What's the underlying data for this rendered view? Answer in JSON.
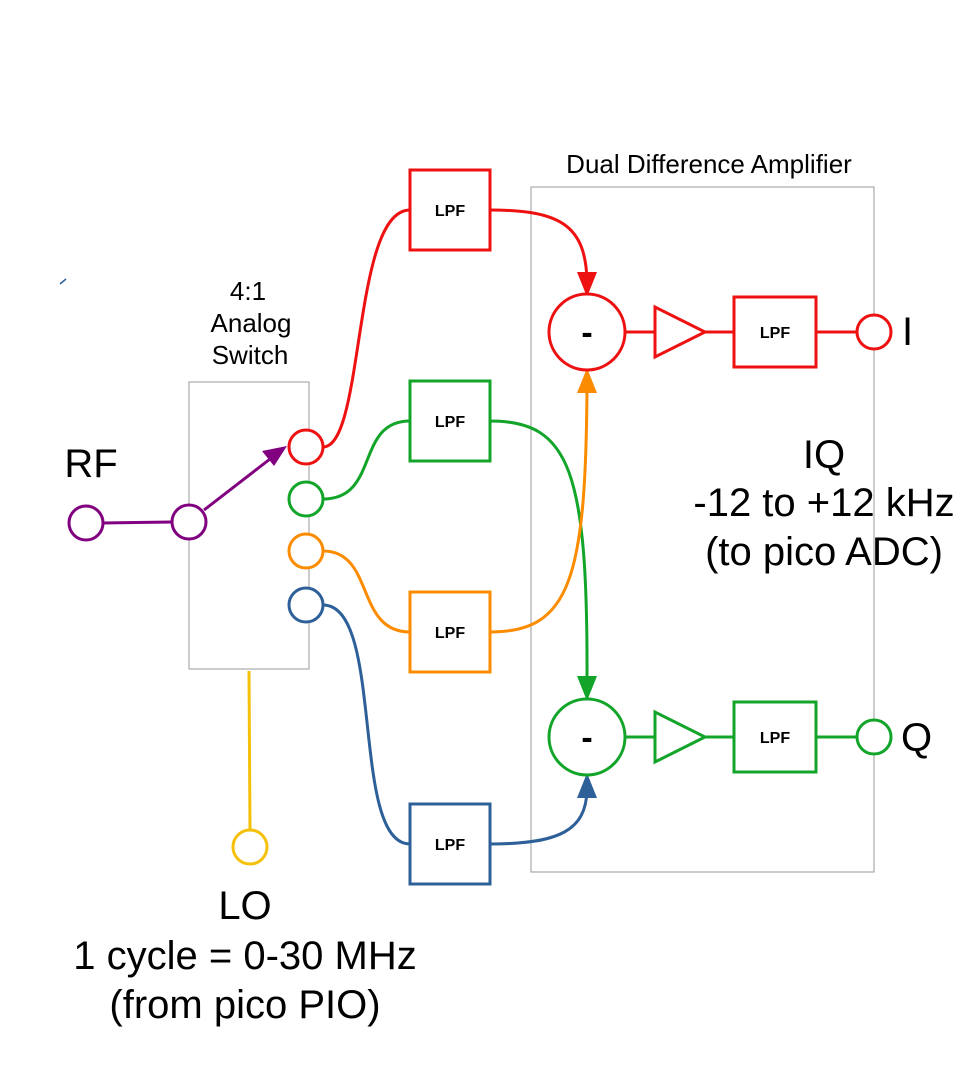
{
  "colors": {
    "red": "#ee1111",
    "green": "#13a52a",
    "orange": "#fb8c00",
    "blue": "#2d5f99",
    "purple": "#800080",
    "yellow": "#f5c00a",
    "box_outline": "#9a9a9a"
  },
  "switch": {
    "title_line1": "4:1",
    "title_line2": "Analog",
    "title_line3": "Switch"
  },
  "amplifier": {
    "title": "Dual Difference Amplifier"
  },
  "filters": {
    "lpf_label": "LPF"
  },
  "mixers": {
    "i_symbol": "-",
    "q_symbol": "-"
  },
  "ports": {
    "rf": "RF",
    "i": "I",
    "q": "Q"
  },
  "lo": {
    "line1": "LO",
    "line2": "1 cycle = 0-30 MHz",
    "line3": "(from pico PIO)"
  },
  "iq": {
    "line1": "IQ",
    "line2": "-12 to +12 kHz",
    "line3": "(to pico ADC)"
  }
}
